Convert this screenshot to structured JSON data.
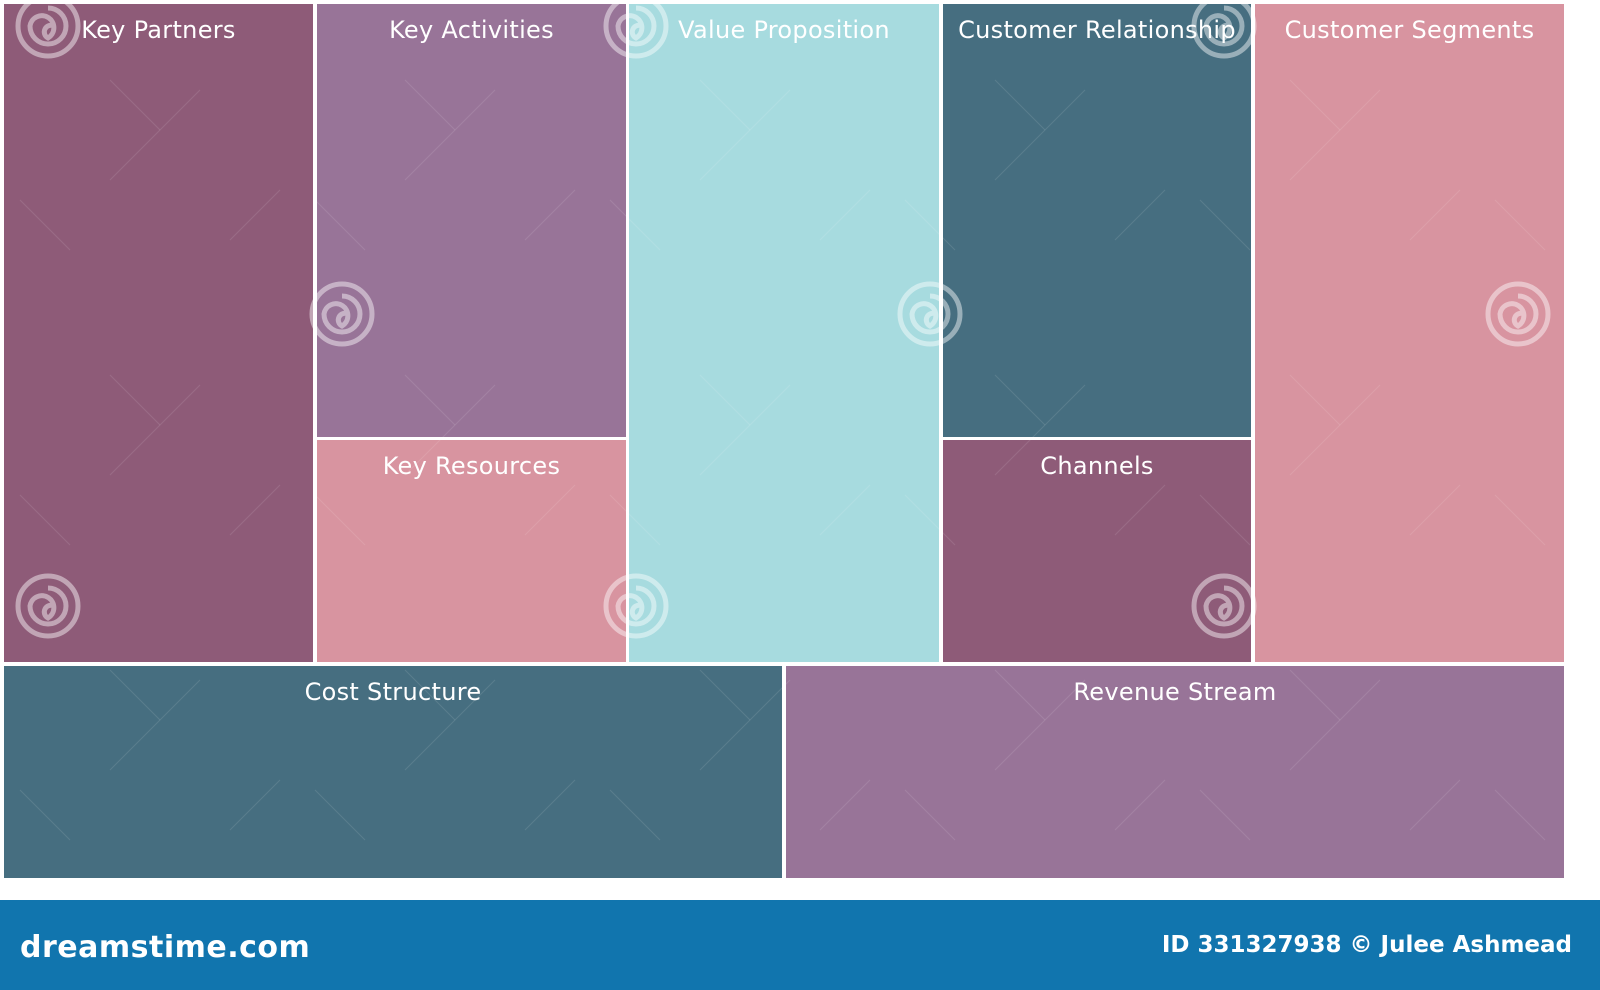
{
  "canvas": {
    "blocks": {
      "key_partners": {
        "title": "Key Partners",
        "color": "#8e5b78"
      },
      "key_activities": {
        "title": "Key Activities",
        "color": "#987498"
      },
      "key_resources": {
        "title": "Key Resources",
        "color": "#d894a0"
      },
      "value_proposition": {
        "title": "Value Proposition",
        "color": "#a7dbdf"
      },
      "customer_relationship": {
        "title": "Customer Relationship",
        "color": "#466e80"
      },
      "channels": {
        "title": "Channels",
        "color": "#8e5b78"
      },
      "customer_segments": {
        "title": "Customer Segments",
        "color": "#d894a0"
      },
      "cost_structure": {
        "title": "Cost Structure",
        "color": "#466e80"
      },
      "revenue_stream": {
        "title": "Revenue Stream",
        "color": "#987498"
      }
    }
  },
  "footer": {
    "logo_text": "dreamstime.com",
    "credit_text": "ID 331327938 © Julee Ashmead",
    "background": "#1175ae"
  },
  "watermark": {
    "icon": "spiral-logo-icon"
  }
}
